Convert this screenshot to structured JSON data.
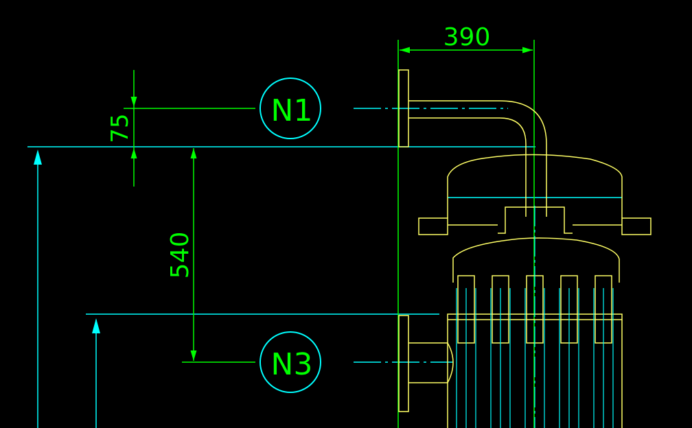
{
  "colors": {
    "background": "#000000",
    "dimension": "#00ff00",
    "extension": "#00ffff",
    "equipment": "#ffff66",
    "tube_fill": "#00ffff"
  },
  "dimensions": {
    "top_width": "390",
    "nozzle_n1_offset": "75",
    "nozzle_spacing": "540"
  },
  "nozzle_tags": {
    "n1": "N1",
    "n3": "N3"
  }
}
